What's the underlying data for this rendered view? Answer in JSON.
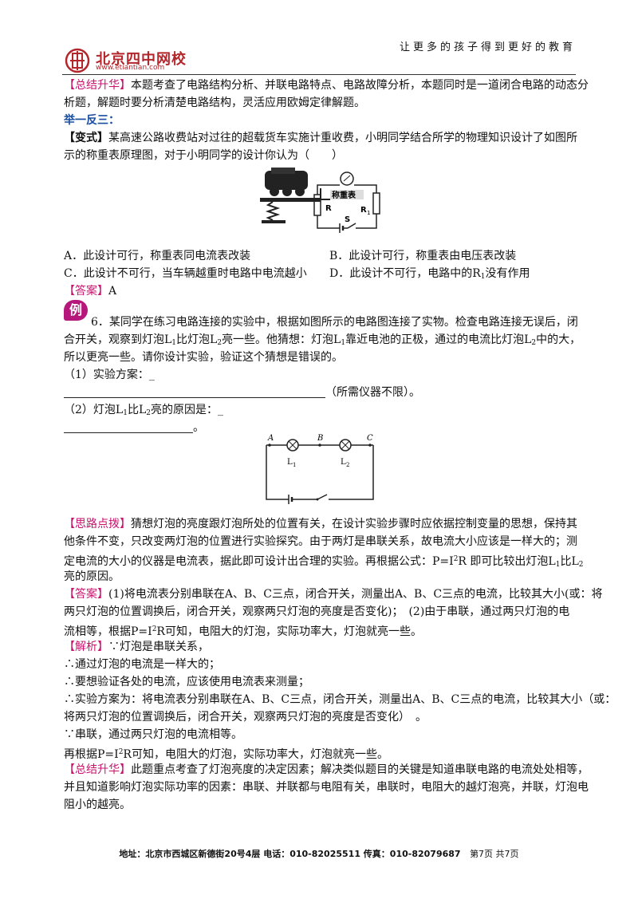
{
  "header": {
    "slogan": "让更多的孩子得到更好的教育",
    "logo_text": "北京四中网校",
    "logo_url": "www.etiantian.com"
  },
  "summary1": {
    "tag": "【总结升华】",
    "line1": "本题考查了电路结构分析、并联电路特点、电路故障分析，本题同时是一道闭合电路的动态分",
    "line2": "析题，解题时要分析清楚电路结构，灵活应用欧姆定律解题。"
  },
  "extension_title": "举一反三：",
  "variant": {
    "tag": "【变式】",
    "line1": "某高速公路收费站对过往的超载货车实施计重收费，小明同学结合所学的物理知识设计了如图所",
    "line2": "示的称重表原理图，对于小明同学的设计你认为（　　）"
  },
  "fig1": {
    "meter_label": "称重表",
    "r_label": "R",
    "r1_label": "R",
    "r1_sub": "1",
    "s_label": "S"
  },
  "options": {
    "a": "A．此设计可行，称重表同电流表改装",
    "b": "B．此设计可行，称重表由电压表改装",
    "c": "C．此设计不可行，当车辆越重时电路中电流越小",
    "d_pre": "D．此设计不可行，电路中的R",
    "d_sub": "1",
    "d_post": "没有作用"
  },
  "answer1": {
    "tag": "【答案】",
    "value": "A"
  },
  "example_badge": "例",
  "q6": {
    "l1": "6．某同学在练习电路连接的实验中，根据如图所示的电路图连接了实物。检查电路连接无误后，闭",
    "l2a": "合开关，观察到灯泡L",
    "l2b": "比灯泡L",
    "l2c": "亮一些。他猜想：灯泡L",
    "l2d": "靠近电池的正极，通过的电流比灯泡L",
    "l2e": "中的大，",
    "l3": "所以更亮一些。请你设计实验，验证这个猜想是错误的。",
    "p1": "（1）实验方案：_",
    "p1_tail": "（所需仪器不限）。",
    "p2a": "（2）灯泡L",
    "p2b": "比L",
    "p2c": "亮的原因是：_",
    "p2_end": "。",
    "sub1": "1",
    "sub2": "2"
  },
  "fig2": {
    "a": "A",
    "b": "B",
    "c": "C",
    "l1": "L",
    "l2": "L",
    "s1": "1",
    "s2": "2"
  },
  "hint": {
    "tag": "【思路点拨】",
    "l1": "猜想灯泡的亮度跟灯泡所处的位置有关，在设计实验步骤时应依据控制变量的思想，保持其",
    "l2": "他条件不变，只改变两灯泡的位置进行实验探究。由于两灯是串联关系，故电流大小应该是一样大的；测",
    "l3a": "定电流的大小的仪器是电流表，据此即可设计出合理的实验。再根据公式：P=I",
    "l3b": "R 即可比较出灯泡L",
    "l3c": "比L",
    "l4": "亮的原因。"
  },
  "answer2": {
    "tag": "【答案】",
    "l1": "(1)将电流表分别串联在A、B、C三点，闭合开关，测量出A、B、C三点的电流，比较其大小(或：将",
    "l2": "两只灯泡的位置调换后，闭合开关，观察两只灯泡的亮度是否变化)；　(2)由于串联，通过两只灯泡的电",
    "l3a": "流相等，根据P=I",
    "l3b": "R可知，电阻大的灯泡，实际功率大，灯泡就亮一些。"
  },
  "analysis": {
    "tag": "【解析】",
    "l1": "∵灯泡是串联关系，",
    "l2": "∴通过灯泡的电流是一样大的；",
    "l3": "∴要想验证各处的电流，应该使用电流表来测量；",
    "l4": "∴实验方案为：将电流表分别串联在A、B、C三点，闭合开关，测量出A、B、C三点的电流，比较其大小（或：",
    "l5": "将两只灯泡的位置调换后，闭合开关，观察两只灯泡的亮度是否变化）　。",
    "l6": "∵串联，通过两只灯泡的电流相等。",
    "l7a": "再根据P=I",
    "l7b": "R可知，电阻大的灯泡，实际功率大，灯泡就亮一些。"
  },
  "summary2": {
    "tag": "【总结升华】",
    "l1": "此题重点考查了灯泡亮度的决定因素；解决类似题目的关键是知道串联电路的电流处处相等，",
    "l2": "并且知道影响灯泡实际功率的因素：串联、并联都与电阻有关，串联时，电阻大的越灯泡亮，并联，灯泡电",
    "l3": "阻小的越亮。"
  },
  "footer": {
    "address": "地址：北京市西城区新德街20号4层 电话：010-82025511 传真：010-82079687",
    "page": "第7页 共7页"
  },
  "colors": {
    "tag": "#c8136e",
    "title": "#1a4fa0",
    "logo": "#b3262c"
  }
}
